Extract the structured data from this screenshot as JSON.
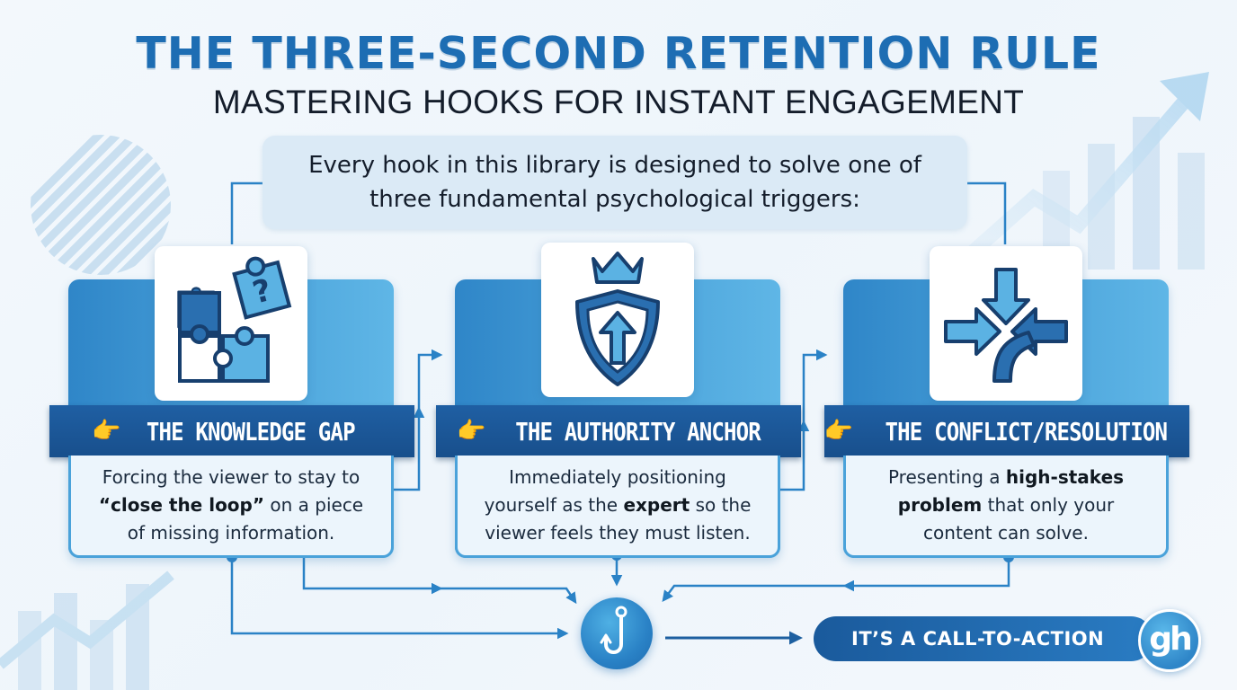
{
  "header": {
    "title": "THE THREE-SECOND RETENTION RULE",
    "subtitle": "MASTERING HOOKS FOR INSTANT ENGAGEMENT"
  },
  "intro": {
    "text": "Every hook in this library is designed to solve one of three fundamental psychological triggers:"
  },
  "triggers": [
    {
      "icon": "puzzle-icon",
      "label": "THE KNOWLEDGE GAP",
      "desc_pre": "Forcing the viewer to stay to ",
      "desc_bold": "“close the loop”",
      "desc_post": " on a piece of missing information."
    },
    {
      "icon": "crown-shield-icon",
      "label": "THE AUTHORITY ANCHOR",
      "desc_pre": "Immediately positioning yourself as the ",
      "desc_bold": "expert",
      "desc_post": " so the viewer feels they must listen."
    },
    {
      "icon": "converging-arrows-icon",
      "label": "THE CONFLICT/RESOLUTION",
      "desc_pre": "Presenting a ",
      "desc_bold": "high-stakes problem",
      "desc_post": " that only your content can solve."
    }
  ],
  "cta": {
    "label": "IT’S A CALL-TO-ACTION"
  },
  "logo": {
    "text": "gh"
  },
  "colors": {
    "primary": "#1d6db3",
    "band": "#1f5fa3",
    "light": "#4aa2da",
    "panel": "#dbeaf6"
  }
}
